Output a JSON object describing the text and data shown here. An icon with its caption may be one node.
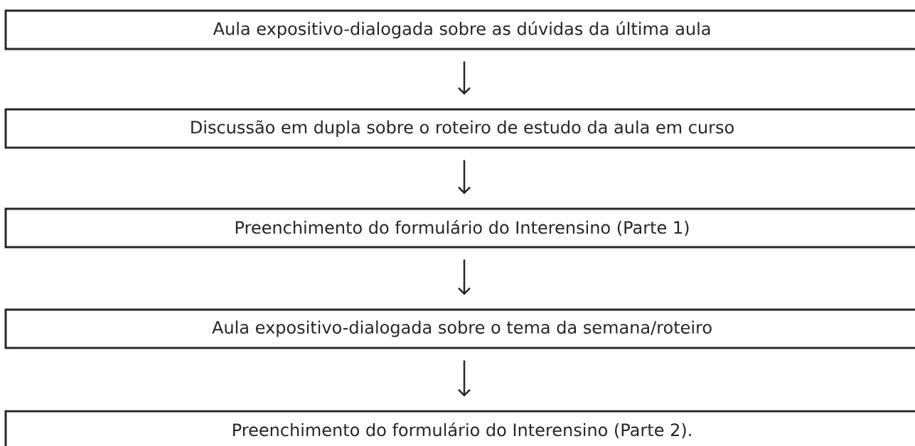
{
  "diagram": {
    "nodes": [
      {
        "text": [
          "Aula expositivo-dialogada sobre as dúvidas da última aula"
        ]
      },
      {
        "text": [
          "Discussão em dupla sobre o roteiro de estudo da aula em curso"
        ]
      },
      {
        "text": [
          "Preenchimento do formulário do Interensino (Parte 1)"
        ]
      },
      {
        "text": [
          "Aula expositivo-dialogada sobre o tema da semana/roteiro"
        ]
      },
      {
        "text": [
          "Preenchimento do formulário do Interensino (Parte 2)."
        ]
      }
    ],
    "edges": [
      {
        "from": 0,
        "to": 1,
        "arrow": "to"
      },
      {
        "from": 1,
        "to": 2,
        "arrow": "to"
      },
      {
        "from": 2,
        "to": 3,
        "arrow": "to"
      },
      {
        "from": 3,
        "to": 4,
        "arrow": "to"
      }
    ]
  }
}
